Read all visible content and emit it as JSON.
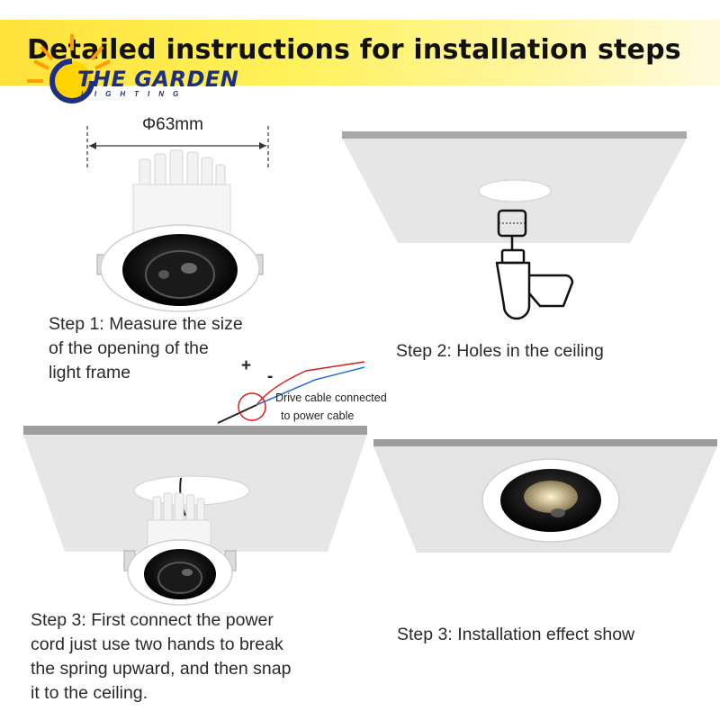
{
  "header": {
    "title": "Detailed instructions for installation steps",
    "brand_name": "THE GARDEN",
    "brand_sub": "LIGHTING",
    "brand_color": "#1d2f85",
    "banner_color": "#ffe23a"
  },
  "step1": {
    "dimension": "Φ63mm",
    "lines": [
      "Step 1: Measure the size",
      "of the opening of the",
      "light frame"
    ]
  },
  "step2": {
    "text": "Step 2:  Holes in the ceiling"
  },
  "wiring": {
    "plus": "+",
    "minus": "-",
    "note_line1": "Drive cable connected",
    "note_line2": "to power cable"
  },
  "step3a": {
    "lines": [
      "Step 3:  First connect the power",
      "cord just use two hands to break",
      "the spring upward, and then snap",
      "it to the ceiling."
    ]
  },
  "step3b": {
    "text": "Step 3:  Installation effect show"
  }
}
